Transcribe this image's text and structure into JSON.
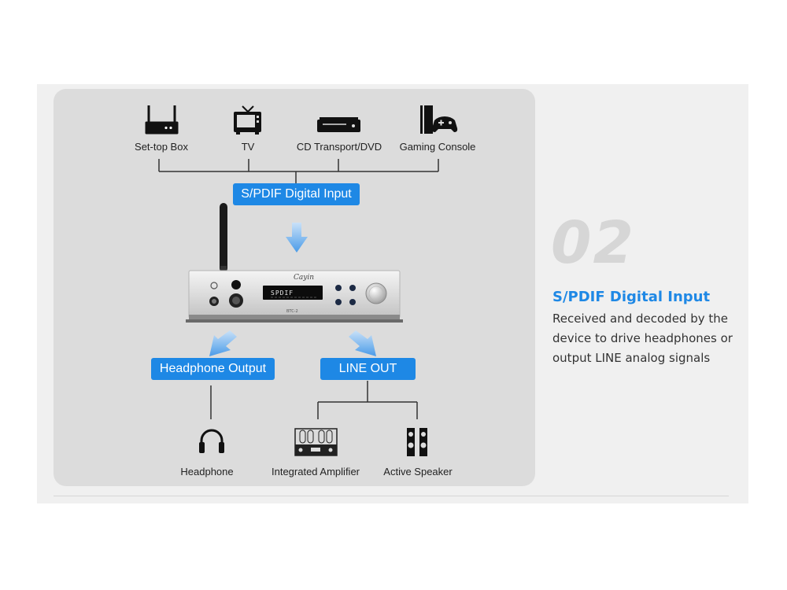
{
  "sources": [
    {
      "label": "Set-top Box",
      "icon": "router-icon"
    },
    {
      "label": "TV",
      "icon": "tv-icon"
    },
    {
      "label": "CD Transport/DVD",
      "icon": "dvd-player-icon"
    },
    {
      "label": "Gaming Console",
      "icon": "game-console-icon"
    }
  ],
  "input_badge": "S/PDIF Digital Input",
  "device": {
    "display": "SPDIF",
    "model": "BTC-2"
  },
  "outputs": [
    {
      "label": "Headphone Output"
    },
    {
      "label": "LINE OUT"
    }
  ],
  "sinks": [
    {
      "label": "Headphone",
      "icon": "headphone-icon"
    },
    {
      "label": "Integrated Amplifier",
      "icon": "amplifier-icon"
    },
    {
      "label": "Active Speaker",
      "icon": "speaker-icon"
    }
  ],
  "feature": {
    "number": "02",
    "title": "S/PDIF Digital Input",
    "description_lines": [
      "Received and decoded by the",
      "device to drive headphones or",
      "output LINE analog signals"
    ]
  },
  "colors": {
    "accent": "#1e88e5",
    "arrow": "#6aaef0"
  }
}
